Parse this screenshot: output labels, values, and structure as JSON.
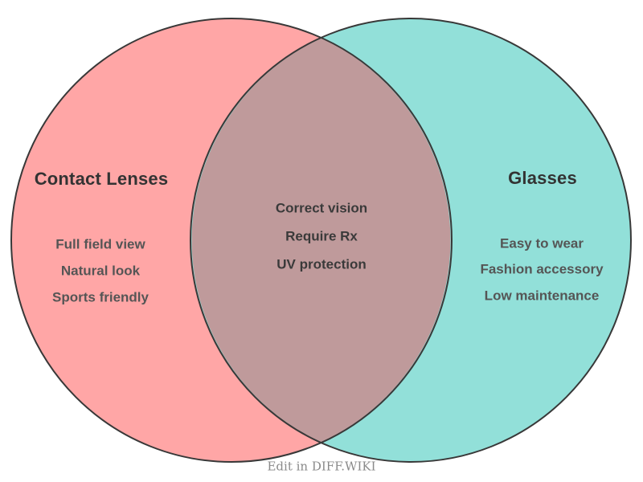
{
  "venn": {
    "left": {
      "title": "Contact Lenses",
      "items": [
        "Full field view",
        "Natural look",
        "Sports friendly"
      ],
      "fill": "#FFA6A6"
    },
    "right": {
      "title": "Glasses",
      "items": [
        "Easy to wear",
        "Fashion accessory",
        "Low maintenance"
      ],
      "fill": "#92E0D9"
    },
    "intersection": {
      "items": [
        "Correct vision",
        "Require Rx",
        "UV protection"
      ],
      "fill": "#BF9A9B"
    },
    "outline_color": "#383838",
    "title_color": "#333333",
    "item_color": "#555555",
    "intersection_text_color": "#3A3A3A"
  },
  "footer": {
    "caption": "Edit in DIFF.WIKI",
    "caption_color": "#8A8A8A"
  }
}
